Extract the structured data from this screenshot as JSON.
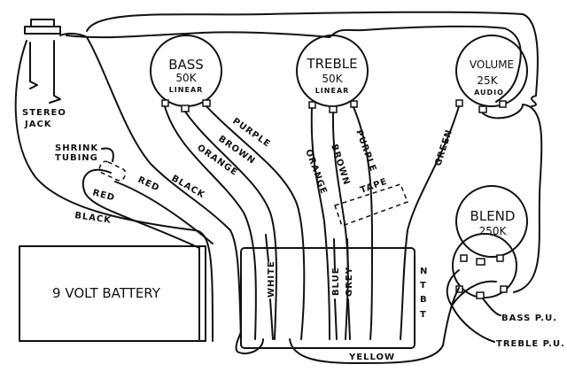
{
  "components": {
    "stereo_jack": {
      "label_line1": "STEREO",
      "label_line2": "JACK"
    },
    "bass_pot": {
      "name": "BASS",
      "value": "50K",
      "taper": "LINEAR"
    },
    "treble_pot": {
      "name": "TREBLE",
      "value": "50K",
      "taper": "LINEAR"
    },
    "volume_pot": {
      "name": "VOLUME",
      "value": "25K",
      "taper": "AUDIO"
    },
    "blend_pot": {
      "name": "BLEND",
      "value": "250K"
    },
    "battery": {
      "label": "9 VOLT BATTERY"
    },
    "shrink_tubing": {
      "line1": "SHRINK",
      "line2": "TUBING"
    },
    "tape": "TAPE",
    "board_terminals": [
      "N",
      "T",
      "B",
      "T"
    ],
    "bass_pickup": "BASS P.U.",
    "treble_pickup": "TREBLE P.U."
  },
  "wire_labels": {
    "bass_orange": "ORANGE",
    "bass_brown": "BROWN",
    "bass_purple": "PURPLE",
    "treble_orange": "ORANGE",
    "treble_brown": "BROWN",
    "treble_purple": "PURPLE",
    "green": "GREEN",
    "red_upper": "RED",
    "red_lower": "RED",
    "black_upper": "BLACK",
    "black_lower": "BLACK",
    "white": "WHITE",
    "blue": "BLUE",
    "grey": "GREY",
    "yellow": "YELLOW"
  }
}
